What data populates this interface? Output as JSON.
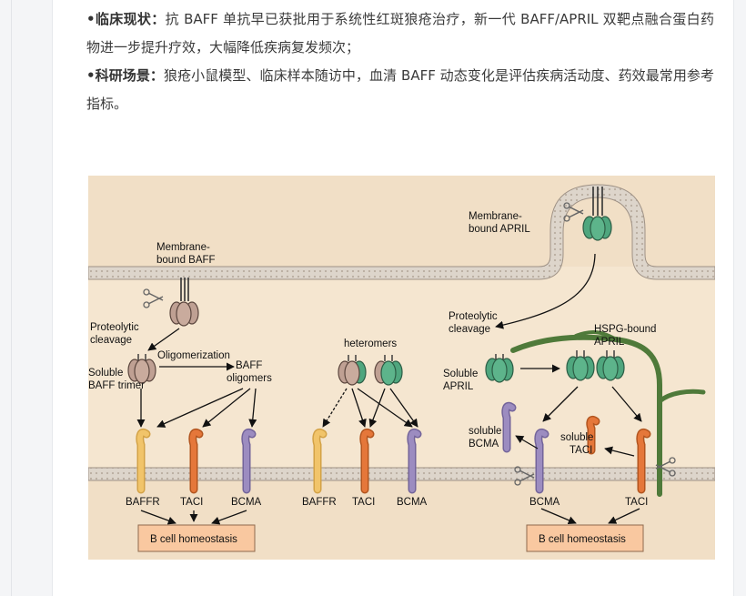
{
  "article": {
    "bullets": [
      {
        "label": "•临床现状：",
        "text": "抗 BAFF 单抗早已获批用于系统性红斑狼疮治疗，新一代 BAFF/APRIL 双靶点融合蛋白药物进一步提升疗效，大幅降低疾病复发频次；"
      },
      {
        "label": "•科研场景：",
        "text": "狼疮小鼠模型、临床样本随访中，血清 BAFF 动态变化是评估疾病活动度、药效最常用参考指标。"
      }
    ]
  },
  "figure": {
    "colors": {
      "background": "#f5e6d0",
      "membrane": "#ddd5cb",
      "membrane_dot": "#b9ada0",
      "baff": "#bfa093",
      "april": "#4fa67e",
      "baffr": "#f1c46a",
      "taci": "#e5773a",
      "bcma": "#9c8cc0",
      "hspg": "#4f7a3a",
      "homeostasis_box": "#f9c8a0"
    },
    "labels": {
      "membrane_baff": [
        "Membrane-",
        "bound BAFF"
      ],
      "proteolytic_left": [
        "Proteolytic",
        "cleavage"
      ],
      "oligomerization": "Oligomerization",
      "soluble_baff_trimer": [
        "Soluble",
        "BAFF trimer"
      ],
      "baff_oligomers": [
        "BAFF",
        "oligomers"
      ],
      "heteromers": "heteromers",
      "membrane_april": [
        "Membrane-",
        "bound APRIL"
      ],
      "proteolytic_right": [
        "Proteolytic",
        "cleavage"
      ],
      "hspg_bound_april": [
        "HSPG-bound",
        "APRIL"
      ],
      "soluble_april": [
        "Soluble",
        "APRIL"
      ],
      "soluble_bcma": [
        "soluble",
        "BCMA"
      ],
      "soluble_taci": [
        "soluble",
        "TACI"
      ],
      "receptors_left": [
        "BAFFR",
        "TACI",
        "BCMA"
      ],
      "receptors_middle": [
        "BAFFR",
        "TACI",
        "BCMA"
      ],
      "receptors_right": [
        "BCMA",
        "TACI"
      ],
      "b_cell_homeostasis_left": "B cell homeostasis",
      "b_cell_homeostasis_right": "B cell homeostasis"
    }
  }
}
